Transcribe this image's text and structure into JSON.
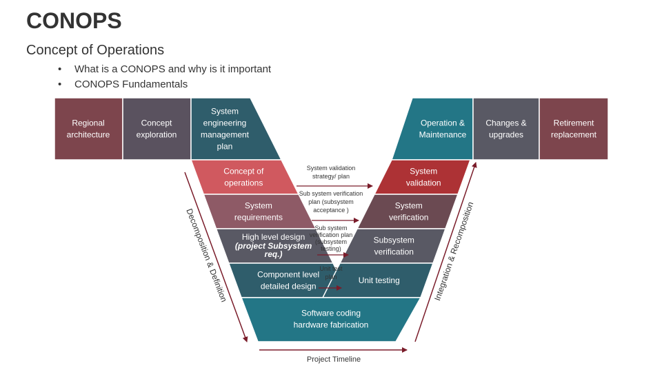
{
  "header": {
    "title": "CONOPS",
    "subtitle": "Concept of Operations",
    "bullets": [
      "What is a CONOPS and why is it important",
      "CONOPS Fundamentals"
    ]
  },
  "colors": {
    "maroon": "#7d454d",
    "slate": "#5a525f",
    "teal_dark": "#2f5d6b",
    "teal": "#237686",
    "coral": "#d0595f",
    "mauve": "#8e5a66",
    "gray": "#595964",
    "red": "#ad3235",
    "plum": "#6b4a52",
    "arrow": "#7a1c2a"
  },
  "top_left": [
    {
      "lines": [
        "Regional",
        "architecture"
      ]
    },
    {
      "lines": [
        "Concept",
        "exploration"
      ]
    },
    {
      "lines": [
        "System",
        "engineering",
        "management",
        "plan"
      ]
    }
  ],
  "top_right": [
    {
      "lines": [
        "Operation &",
        "Maintenance"
      ]
    },
    {
      "lines": [
        "Changes &",
        "upgrades"
      ]
    },
    {
      "lines": [
        "Retirement",
        "replacement"
      ]
    }
  ],
  "left_levels": [
    {
      "lines": [
        "Concept of",
        "operations"
      ]
    },
    {
      "lines": [
        "System",
        "requirements"
      ]
    },
    {
      "lines": [
        "High level design"
      ],
      "note_lines": [
        "(project Subsystem",
        "req.)"
      ]
    },
    {
      "lines": [
        "Component level",
        "detailed design"
      ]
    }
  ],
  "right_levels": [
    {
      "lines": [
        "System",
        "validation"
      ]
    },
    {
      "lines": [
        "System",
        "verification"
      ]
    },
    {
      "lines": [
        "Subsystem",
        "verification"
      ]
    },
    {
      "lines": [
        "Unit testing"
      ]
    }
  ],
  "bottom": {
    "lines": [
      "Software coding",
      "hardware fabrication"
    ]
  },
  "plans": [
    {
      "lines": [
        "System validation",
        "strategy/ plan"
      ]
    },
    {
      "lines": [
        "Sub system verification",
        "plan (subsystem",
        "acceptance )"
      ]
    },
    {
      "lines": [
        "Sub system",
        "verification plan",
        "(subsystem",
        "testing)"
      ]
    },
    {
      "lines": [
        "Unit test",
        "plan"
      ]
    }
  ],
  "side_labels": {
    "left": "Decomposition & Definition",
    "right": "Integration & Recomposition",
    "bottom": "Project Timeline"
  }
}
